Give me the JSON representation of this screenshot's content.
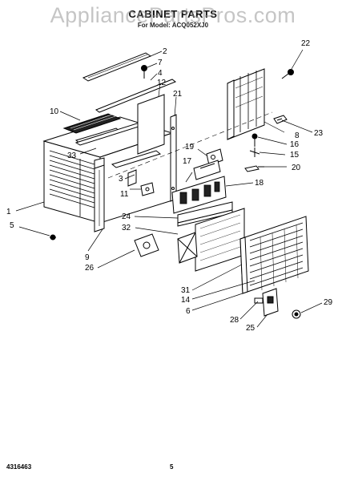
{
  "header": {
    "title": "CABINET PARTS",
    "subtitle": "For Model: ACQ052XJ0",
    "watermark": "AppliancePartsPros.com"
  },
  "callouts": {
    "c1": "1",
    "c2": "2",
    "c3": "3",
    "c4": "4",
    "c5": "5",
    "c6": "6",
    "c7": "7",
    "c8": "8",
    "c9": "9",
    "c10": "10",
    "c11": "11",
    "c12": "12",
    "c14": "14",
    "c15": "15",
    "c16": "16",
    "c17": "17",
    "c18": "18",
    "c19": "19",
    "c20": "20",
    "c21": "21",
    "c22": "22",
    "c23": "23",
    "c24": "24",
    "c25": "25",
    "c26": "26",
    "c28": "28",
    "c29": "29",
    "c31": "31",
    "c32": "32",
    "c33": "33"
  },
  "footer": {
    "doc_number": "4316463",
    "page_number": "5"
  }
}
